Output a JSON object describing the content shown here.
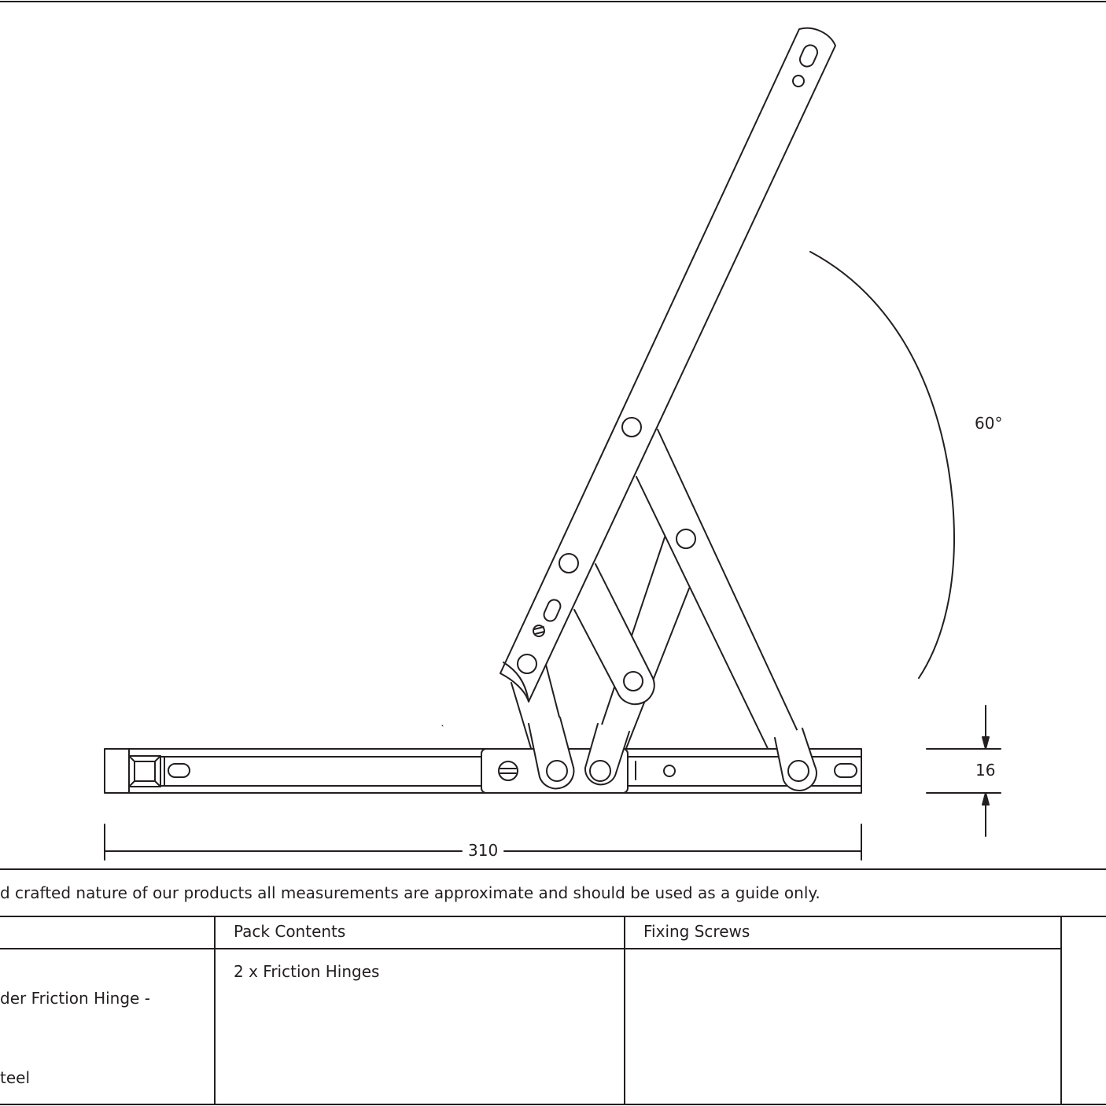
{
  "dimensions": {
    "angle": "60°",
    "height": "16",
    "length": "310"
  },
  "disclaimer": "d crafted nature of our products all measurements are approximate and should be used as a guide only.",
  "table": {
    "headers": {
      "pack_contents": "Pack Contents",
      "fixing_screws": "Fixing Screws"
    },
    "cells": {
      "description_line1": "der Friction Hinge -",
      "description_line2": "teel",
      "pack_contents": "2 x Friction Hinges",
      "fixing_screws": ""
    }
  },
  "colors": {
    "line": "#231f20",
    "background": "#ffffff"
  }
}
